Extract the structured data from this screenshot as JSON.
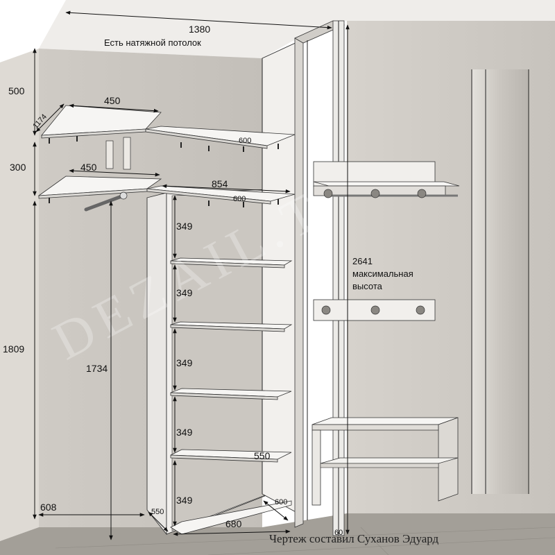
{
  "ceiling_note": "Есть натяжной потолок",
  "author": "Чертеж составил Суханов Эдуард",
  "watermark": "DEZAIL.T",
  "height_note": {
    "value": "2641",
    "line1": "максимальная",
    "line2": "высота"
  },
  "dimensions": {
    "total_width": "1380",
    "depth_top": "1174",
    "top_zone": "500",
    "mid_zone": "300",
    "lower_zone": "1809",
    "left_bottom": "608",
    "left_height": "1734",
    "shelf_top_width": "450",
    "shelf_top_depth": "600",
    "shelf_mid_width": "450",
    "shelf_mid_long": "854",
    "shelf_mid_depth": "600",
    "gap_1": "349",
    "gap_2": "349",
    "gap_3": "349",
    "gap_4": "349",
    "gap_5": "349",
    "bottom_shelf_depth": "550",
    "side_panel_depth": "550",
    "bottom_width": "680",
    "bottom_depth": "600",
    "door_frame": "60"
  },
  "colors": {
    "wall_back": "#c9c5bf",
    "wall_side": "#d8d4ce",
    "floor": "#a39f98",
    "shelf": "#f6f5f3",
    "panel": "#e9e7e4"
  }
}
